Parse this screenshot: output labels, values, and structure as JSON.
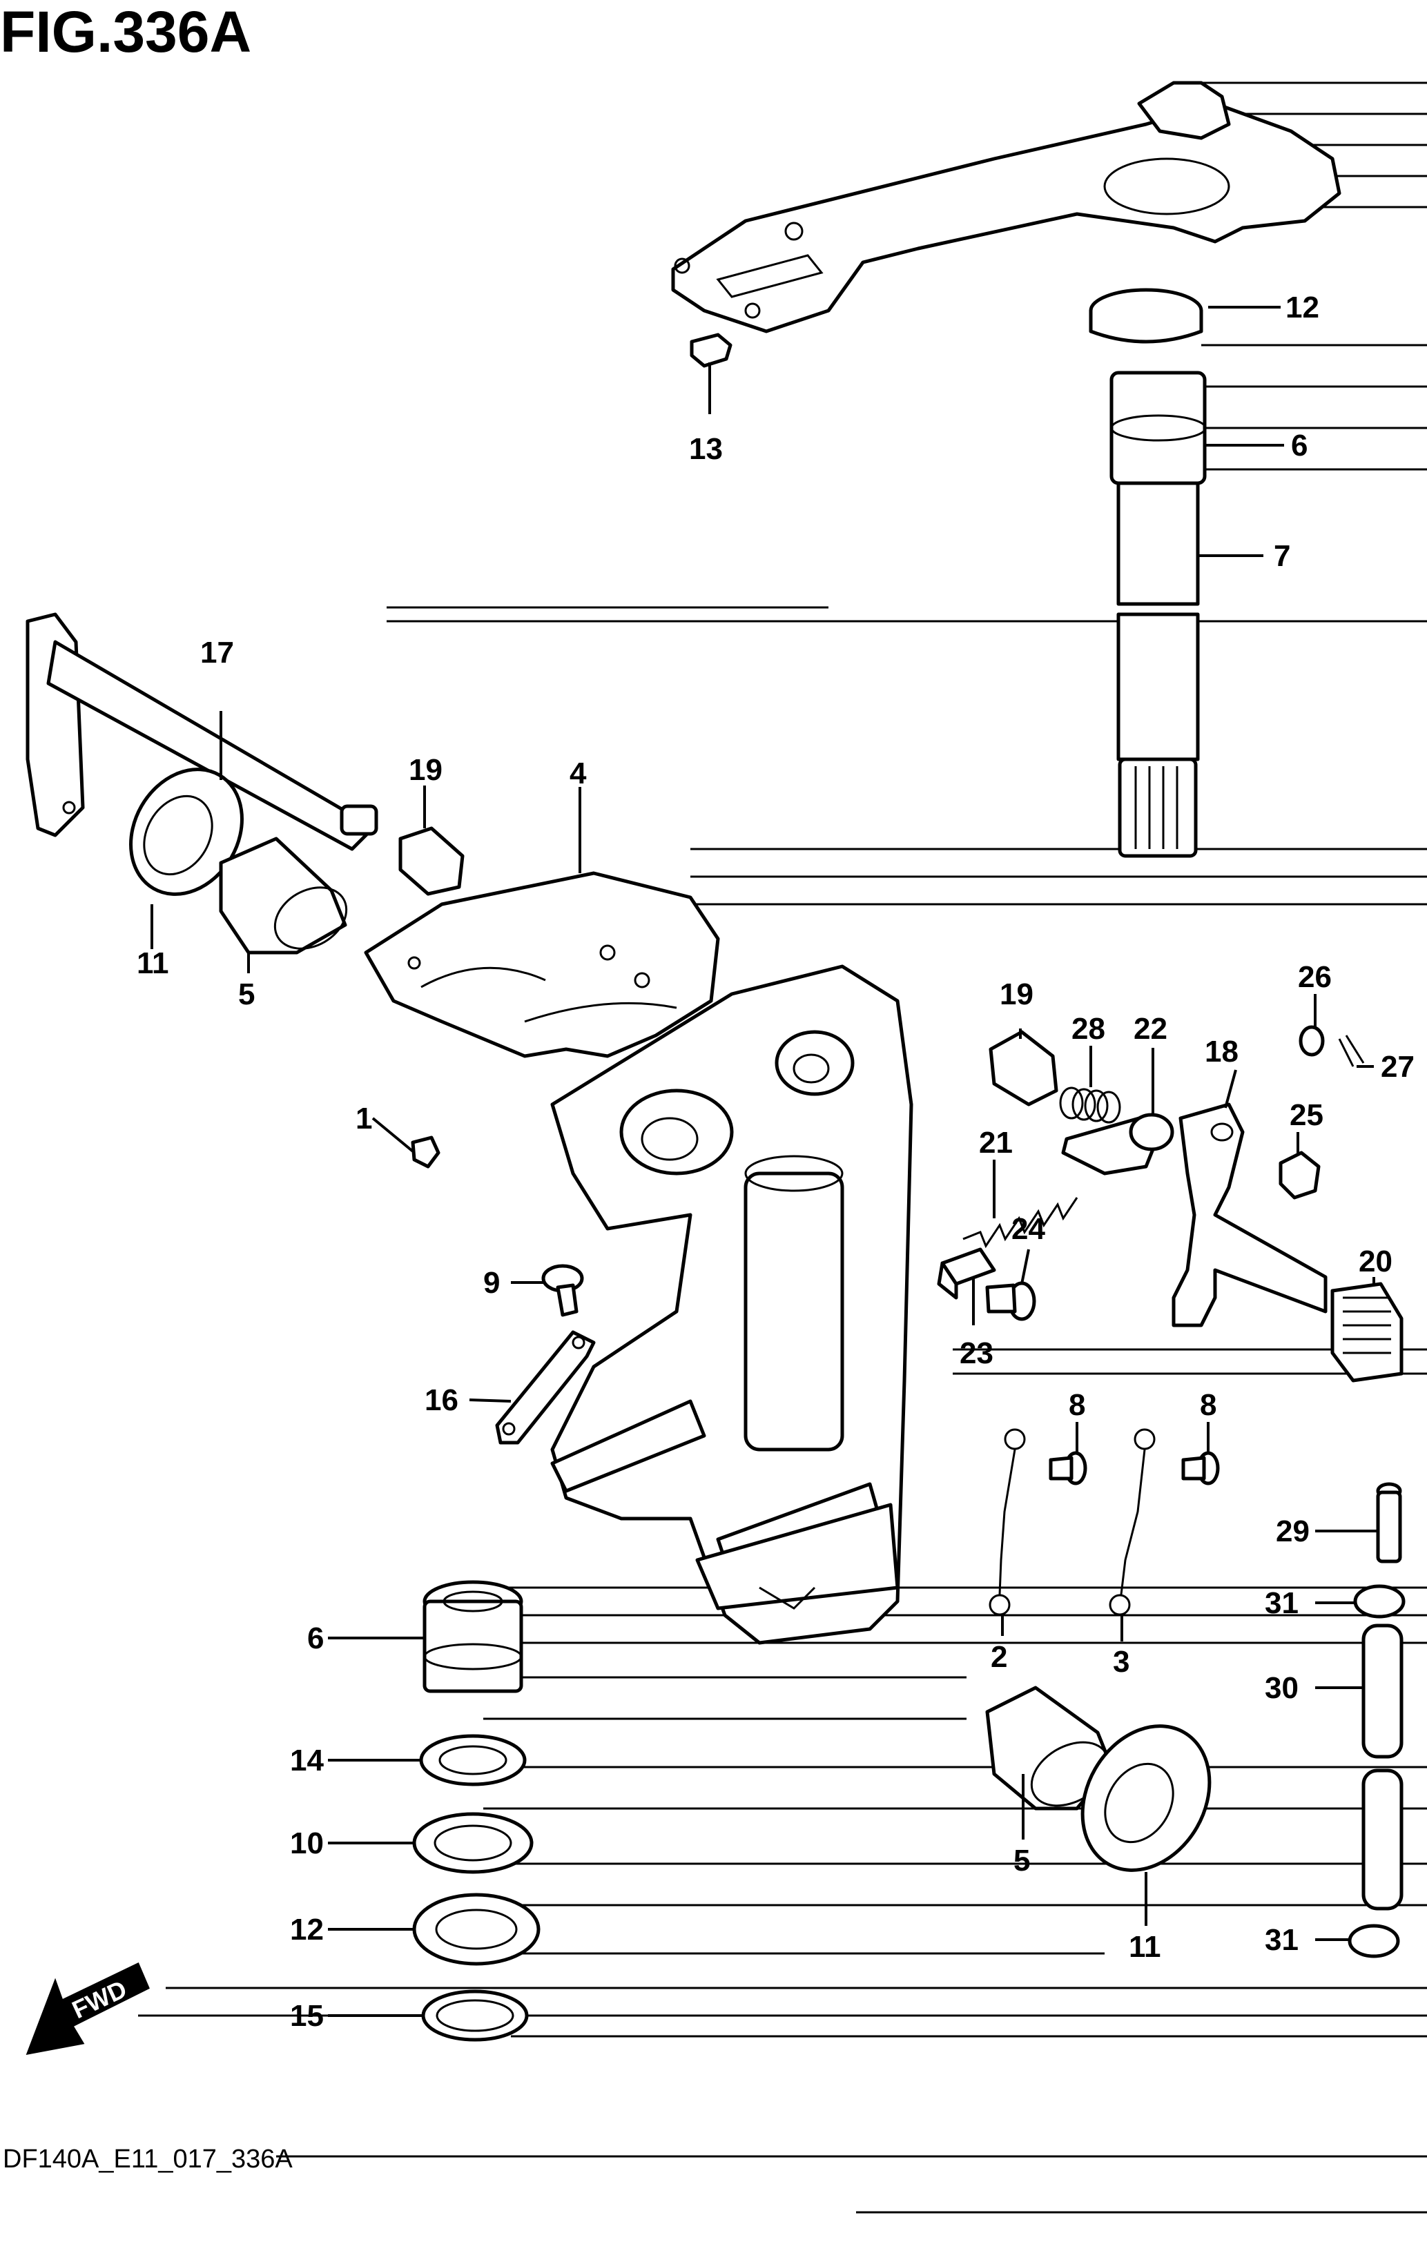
{
  "figure": {
    "title": "FIG.336A",
    "code": "DF140A_E11_017_336A",
    "fwd_label": "FWD"
  },
  "callouts": [
    {
      "id": "c12-top",
      "label": "12"
    },
    {
      "id": "c13",
      "label": "13"
    },
    {
      "id": "c6-top",
      "label": "6"
    },
    {
      "id": "c7",
      "label": "7"
    },
    {
      "id": "c17",
      "label": "17"
    },
    {
      "id": "c19-left",
      "label": "19"
    },
    {
      "id": "c4",
      "label": "4"
    },
    {
      "id": "c11-left",
      "label": "11"
    },
    {
      "id": "c5-left",
      "label": "5"
    },
    {
      "id": "c26",
      "label": "26"
    },
    {
      "id": "c19-right",
      "label": "19"
    },
    {
      "id": "c28",
      "label": "28"
    },
    {
      "id": "c22",
      "label": "22"
    },
    {
      "id": "c18",
      "label": "18"
    },
    {
      "id": "c27",
      "label": "27"
    },
    {
      "id": "c1",
      "label": "1"
    },
    {
      "id": "c25",
      "label": "25"
    },
    {
      "id": "c21",
      "label": "21"
    },
    {
      "id": "c24",
      "label": "24"
    },
    {
      "id": "c9",
      "label": "9"
    },
    {
      "id": "c20",
      "label": "20"
    },
    {
      "id": "c23",
      "label": "23"
    },
    {
      "id": "c16",
      "label": "16"
    },
    {
      "id": "c8-a",
      "label": "8"
    },
    {
      "id": "c8-b",
      "label": "8"
    },
    {
      "id": "c29",
      "label": "29"
    },
    {
      "id": "c6-bottom",
      "label": "6"
    },
    {
      "id": "c31-top",
      "label": "31"
    },
    {
      "id": "c2",
      "label": "2"
    },
    {
      "id": "c3",
      "label": "3"
    },
    {
      "id": "c30",
      "label": "30"
    },
    {
      "id": "c14",
      "label": "14"
    },
    {
      "id": "c10",
      "label": "10"
    },
    {
      "id": "c5-bottom",
      "label": "5"
    },
    {
      "id": "c12-bottom",
      "label": "12"
    },
    {
      "id": "c11-bottom",
      "label": "11"
    },
    {
      "id": "c31-bottom",
      "label": "31"
    },
    {
      "id": "c15",
      "label": "15"
    }
  ]
}
